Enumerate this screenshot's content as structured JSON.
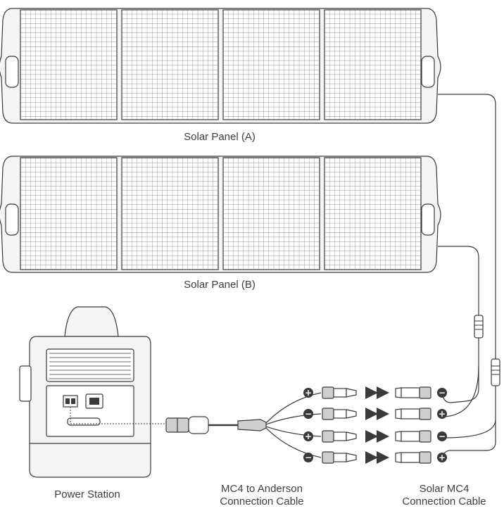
{
  "labels": {
    "panel_a": "Solar Panel (A)",
    "panel_b": "Solar Panel (B)",
    "power_station": "Power Station",
    "mc4_anderson_line1": "MC4 to Anderson",
    "mc4_anderson_line2": "Connection Cable",
    "solar_mc4_line1": "Solar MC4",
    "solar_mc4_line2": "Connection Cable"
  },
  "connectors": {
    "left_polarities": [
      "+",
      "−",
      "+",
      "−"
    ],
    "right_polarities": [
      "−",
      "+",
      "−",
      "+"
    ]
  },
  "colors": {
    "line": "#3a3a3a",
    "panel_fill": "#f4f4f4",
    "connector_fill": "#cfcfcf",
    "background": "#ffffff"
  }
}
